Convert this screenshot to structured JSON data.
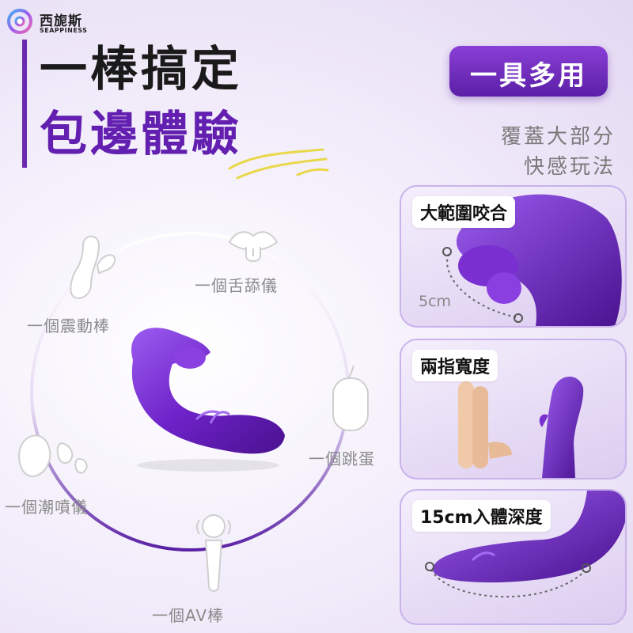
{
  "brand": {
    "name_cn": "西旎斯",
    "name_en": "SEAPPINESS"
  },
  "headline": {
    "line1": "一棒搞定",
    "line2": "包邊體驗"
  },
  "badge": "一具多用",
  "tagline": {
    "line1": "覆蓋大部分",
    "line2": "快感玩法"
  },
  "features": [
    {
      "label": "大範圍咬合",
      "note": "5cm"
    },
    {
      "label": "兩指寬度"
    },
    {
      "label": "15cm入體深度"
    }
  ],
  "modes": {
    "tongue": "一個舌舔儀",
    "vibrator": "一個震動棒",
    "egg": "一個跳蛋",
    "squirt": "一個潮噴儀",
    "av": "一個AV棒"
  },
  "colors": {
    "accent": "#6320b0",
    "product": "#7a2fd0",
    "label": "#8a8a8a"
  },
  "icons": [
    "logo-icon",
    "lips-tongue-icon",
    "vibrator-icon",
    "egg-icon",
    "splash-icon",
    "av-wand-icon"
  ]
}
